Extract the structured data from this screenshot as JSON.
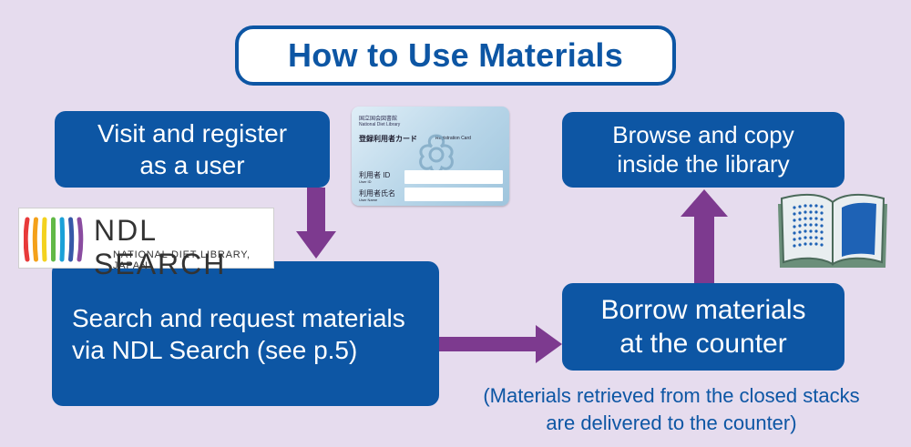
{
  "title": "How to Use Materials",
  "steps": {
    "register": "Visit and register\nas a user",
    "search": "Search and request materials\nvia NDL Search (see p.5)",
    "borrow": "Borrow materials\nat the counter",
    "browse": "Browse and copy\ninside the library"
  },
  "note": "(Materials retrieved from the closed stacks\nare delivered to the counter)",
  "card": {
    "org_ja": "国立国会図書館",
    "org_en": "National Diet Library",
    "title_ja": "登録利用者カード",
    "title_en": "Registration Card",
    "id_label_ja": "利用者 ID",
    "id_label_en": "User ID",
    "name_label_ja": "利用者氏名",
    "name_label_en": "User Name"
  },
  "ndl_logo": {
    "name": "NDL SEARCH",
    "subtitle": "NATIONAL DIET LIBRARY, JAPAN",
    "stripe_colors": [
      "#e83a3a",
      "#f4a11a",
      "#f3d21f",
      "#62b947",
      "#1aa1d8",
      "#3659a8",
      "#8a4ca0"
    ]
  },
  "colors": {
    "background": "#e6dcee",
    "box": "#0d56a4",
    "arrow": "#7d3a8f"
  },
  "icons": [
    "id-card-icon",
    "book-icon"
  ]
}
